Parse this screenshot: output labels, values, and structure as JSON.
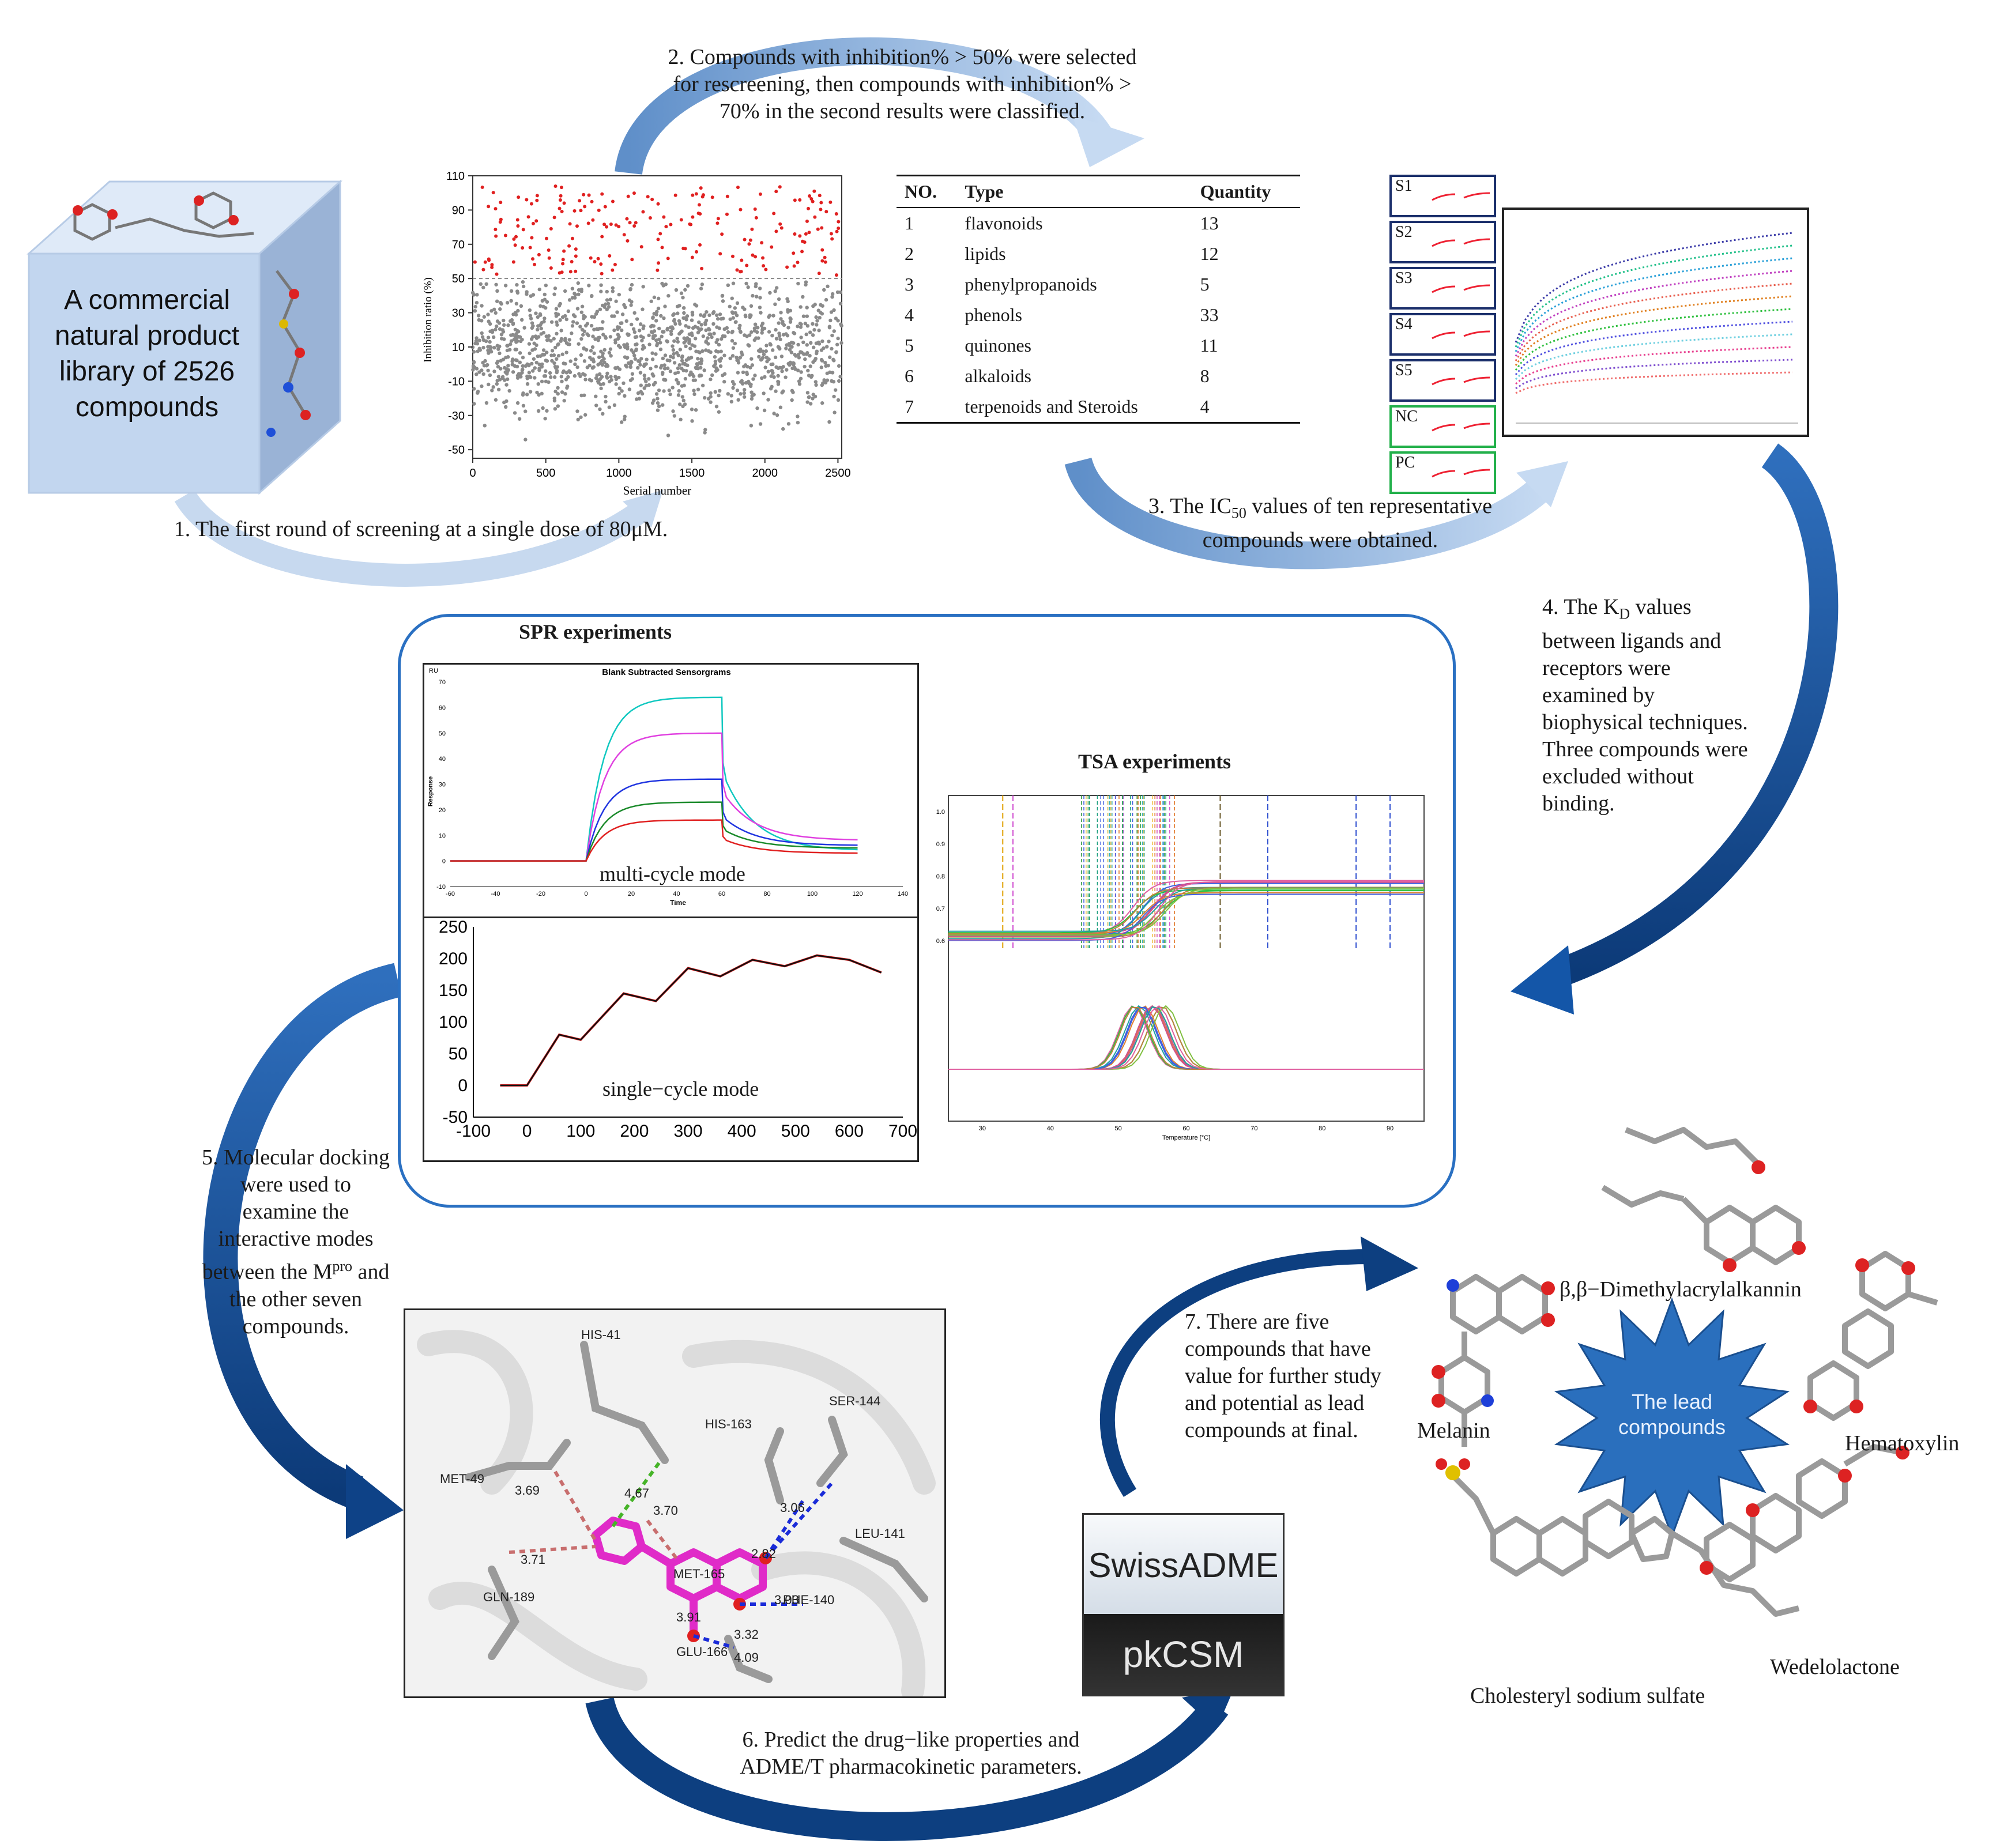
{
  "library": {
    "text": "A commercial natural product library of 2526 compounds"
  },
  "steps": {
    "s1": "1. The first round of screening at a single dose of 80μM.",
    "s2": "2. Compounds  with inhibition% > 50% were selected for rescreening, then compounds with inhibition% > 70% in the second results were classified.",
    "s3a": "3. The IC",
    "s3sub": "50",
    "s3b": " values of ten representative compounds were obtained.",
    "s4a": "4. The K",
    "s4sub": "D",
    "s4b": " values between ligands and receptors were examined by biophysical techniques. Three compounds were excluded without binding.",
    "s5a": "5. Molecular docking were used to examine the interactive modes between the M",
    "s5sup": "pro",
    "s5b": " and the other seven compounds.",
    "s6": "6. Predict the drug−like properties and ADME/T pharmacokinetic parameters.",
    "s7": "7. There are five compounds that have value for further study and potential as lead compounds at final."
  },
  "screening_plot": {
    "ylabel": "Inhibition ratio (%)",
    "xlabel": "Serial number",
    "yticks": [
      "110",
      "90",
      "70",
      "50",
      "30",
      "10",
      "-10",
      "-30",
      "-50"
    ],
    "xticks": [
      "0",
      "500",
      "1000",
      "1500",
      "2000",
      "2500"
    ],
    "threshold": 50,
    "xlim": [
      0,
      2526
    ],
    "ylim": [
      -55,
      110
    ]
  },
  "table": {
    "headers": [
      "NO.",
      "Type",
      "Quantity"
    ],
    "rows": [
      [
        "1",
        "flavonoids",
        "13"
      ],
      [
        "2",
        "lipids",
        "12"
      ],
      [
        "3",
        "phenylpropanoids",
        "5"
      ],
      [
        "4",
        "phenols",
        "33"
      ],
      [
        "5",
        "quinones",
        "11"
      ],
      [
        "6",
        "alkaloids",
        "8"
      ],
      [
        "7",
        "terpenoids and Steroids",
        "4"
      ]
    ]
  },
  "ic50_panels": {
    "labels": [
      "S1",
      "S2",
      "S3",
      "S4",
      "S5",
      "NC",
      "PC"
    ]
  },
  "spr": {
    "title": "SPR experiments",
    "multi_title": "Blank Subtracted Sensorgrams",
    "multi_label": "multi-cycle mode",
    "multi_ylabel": "Response",
    "multi_xlabel": "Time",
    "multi_unit": "RU",
    "multi_xticks": [
      "-60",
      "-40",
      "-20",
      "0",
      "20",
      "40",
      "60",
      "80",
      "100",
      "120",
      "140"
    ],
    "multi_yticks": [
      "70",
      "60",
      "50",
      "40",
      "30",
      "20",
      "10",
      "0",
      "-10"
    ],
    "single_label": "single−cycle mode",
    "single_yticks": [
      "250",
      "200",
      "150",
      "100",
      "50",
      "0",
      "-50"
    ],
    "single_xticks": [
      "-100",
      "0",
      "100",
      "200",
      "300",
      "400",
      "500",
      "600",
      "700"
    ]
  },
  "tsa": {
    "title": "TSA experiments",
    "xlabel": "Temperature [°C]",
    "xticks": [
      "30",
      "40",
      "50",
      "60",
      "70",
      "80",
      "90"
    ],
    "yticks": [
      "1.0",
      "0.9",
      "0.8",
      "0.7",
      "0.6"
    ]
  },
  "docking": {
    "residues": [
      "HIS-41",
      "HIS-163",
      "SER-144",
      "MET-49",
      "LEU-141",
      "GLN-189",
      "PHE-140",
      "GLU-166",
      "MET-165"
    ],
    "distances": [
      "3.69",
      "4.67",
      "3.70",
      "3.71",
      "3.06",
      "2.82",
      "3.03",
      "3.32",
      "4.09",
      "3.91"
    ]
  },
  "tools": {
    "top": "SwissADME",
    "bottom": "pkCSM"
  },
  "lead": {
    "center": "The lead compounds",
    "compounds": [
      "β,β−Dimethylacrylalkannin",
      "Melanin",
      "Hematoxylin",
      "Cholesteryl sodium sulfate",
      "Wedelolactone"
    ]
  },
  "colors": {
    "arrow_light": "#9ec1ea",
    "arrow_dark": "#0d3f80",
    "star": "#2a6fbd",
    "spr_border": "#2a70c2",
    "hit": "#e02020",
    "nonhit": "#8a8a8a"
  }
}
